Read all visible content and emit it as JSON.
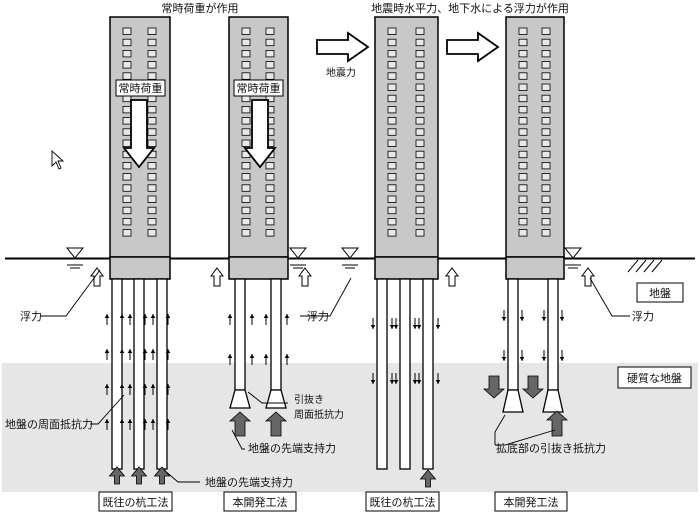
{
  "headings": {
    "permanent": "常時荷重が作用",
    "seismic": "地震時水平力、地下水による浮力が作用"
  },
  "labels": {
    "permanent_load": "常時荷重",
    "seismic_force": "地震力",
    "buoyancy": "浮力",
    "ground": "地盤",
    "hard_ground": "硬質な地盤",
    "skin_friction": "地盤の周面抵抗力",
    "tip_support_new": "地盤の先端支持力",
    "tip_support_old": "地盤の先端支持力",
    "pullout_skin": "引抜き\n周面抵抗力",
    "base_pullout": "拡底部の引抜き抵抗力"
  },
  "methods": {
    "existing_1": "既往の杭工法",
    "new_1": "本開発工法",
    "existing_2": "既往の杭工法",
    "new_2": "本開発工法"
  },
  "colors": {
    "building": "#c8c8c8",
    "window": "#e8e8e8",
    "hard_ground": "#e6e6e6",
    "dark_arrow": "#666666"
  }
}
